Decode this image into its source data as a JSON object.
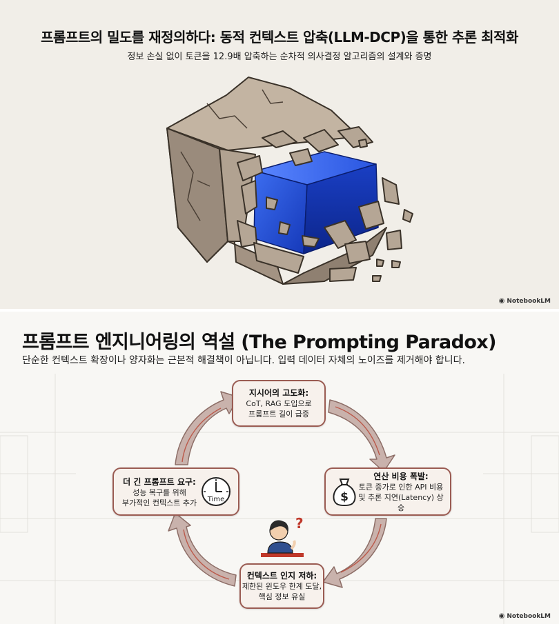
{
  "slide1": {
    "title": "프롬프트의 밀도를 재정의하다: 동적 컨텍스트 압축(LLM-DCP)을 통한 추론 최적화",
    "subtitle": "정보 손실 없이 토큰을 12.9배 압축하는 순차적 의사결정 알고리즘의 설계와 증명",
    "brand": "NotebookLM"
  },
  "slide2": {
    "title": "프롬프트 엔지니어링의 역설 (The Prompting Paradox)",
    "subtitle": "단순한 컨텍스트 확장이나 양자화는 근본적 해결책이 아닙니다. 입력 데이터 자체의 노이즈를 제거해야 합니다.",
    "brand": "NotebookLM",
    "cycle": {
      "top": {
        "title": "지시어의 고도화:",
        "line1": "CoT, RAG 도입으로",
        "line2": "프롬프트 길이 급증"
      },
      "right": {
        "title": "연산 비용 폭발:",
        "line1": "토큰 증가로 인한 API 비용",
        "line2": "및 추론 지연(Latency) 상승"
      },
      "bottom": {
        "title": "컨텍스트 인지 저하:",
        "line1": "제한된 윈도우 한계 도달,",
        "line2": "핵심 정보 유실"
      },
      "left": {
        "title": "더 긴 프롬프트 요구:",
        "line1": "성능 복구를 위해",
        "line2": "부가적인 컨텍스트 추가"
      }
    },
    "clock_label": "Time",
    "question_mark": "?",
    "money_symbol": "$"
  },
  "colors": {
    "box_border": "#9a5b52",
    "arrow": "#b89d97",
    "cube_blue": "#1f4fd6",
    "stone": "#b0a293"
  }
}
